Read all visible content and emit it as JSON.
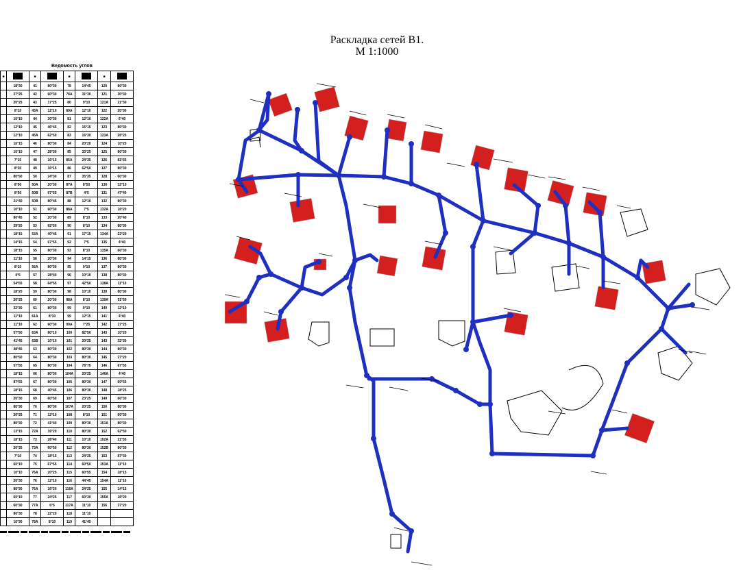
{
  "title": {
    "line1": "Раскладка сетей В1.",
    "line2": "М 1:1000"
  },
  "nodes_table": {
    "title": "Ведомость углов",
    "rows": [
      [
        "",
        "18°30",
        "41",
        "80°30",
        "78",
        "14°45",
        "120",
        "80°30"
      ],
      [
        "",
        "27°25",
        "42",
        "60°30",
        "78A",
        "31°30",
        "121",
        "30°30"
      ],
      [
        "",
        "20°25",
        "43",
        "17°25",
        "80",
        "9°10",
        "121A",
        "21°30"
      ],
      [
        "",
        "8°10",
        "43A",
        "12°10",
        "80A",
        "12°10",
        "122",
        "20°30"
      ],
      [
        "",
        "10°10",
        "44",
        "30°30",
        "81",
        "12°10",
        "122A",
        "6°40"
      ],
      [
        "",
        "12°10",
        "45",
        "46°45",
        "82",
        "15°15",
        "123",
        "80°30"
      ],
      [
        "",
        "12°10",
        "45A",
        "62°50",
        "83",
        "16°30",
        "123A",
        "26°25"
      ],
      [
        "",
        "16°15",
        "46",
        "80°30",
        "84",
        "20°20",
        "124",
        "10°20"
      ],
      [
        "",
        "10°10",
        "47",
        "28°30",
        "85",
        "33°25",
        "125",
        "80°30"
      ],
      [
        "",
        "7°15",
        "48",
        "16°15",
        "85A",
        "24°35",
        "126",
        "81°35"
      ],
      [
        "",
        "8°30",
        "49",
        "16°15",
        "86",
        "62°50",
        "127",
        "80°30"
      ],
      [
        "",
        "80°50",
        "50",
        "24°30",
        "87",
        "35°35",
        "128",
        "60°30"
      ],
      [
        "",
        "8°50",
        "50A",
        "20°30",
        "87A",
        "8°50",
        "130",
        "12°10"
      ],
      [
        "",
        "8°50",
        "50B",
        "67°55",
        "87B",
        "4°5",
        "131",
        "47°40"
      ],
      [
        "",
        "21°40",
        "50B",
        "80°45",
        "88",
        "12°10",
        "132",
        "80°30"
      ],
      [
        "",
        "10°10",
        "51",
        "60°30",
        "88A",
        "7°5",
        "132A",
        "16°20"
      ],
      [
        "",
        "80°45",
        "52",
        "20°30",
        "89",
        "8°10",
        "133",
        "20°40"
      ],
      [
        "",
        "29°20",
        "53",
        "62°50",
        "90",
        "8°10",
        "134",
        "80°30"
      ],
      [
        "",
        "18°15",
        "53A",
        "40°45",
        "91",
        "17°15",
        "134A",
        "22°20"
      ],
      [
        "",
        "14°15",
        "54",
        "67°55",
        "92",
        "7°5",
        "135",
        "4°40"
      ],
      [
        "",
        "18°15",
        "55",
        "80°30",
        "93",
        "8°10",
        "135A",
        "60°30"
      ],
      [
        "",
        "11°10",
        "56",
        "20°30",
        "94",
        "14°15",
        "136",
        "80°30"
      ],
      [
        "",
        "8°10",
        "56A",
        "80°30",
        "95",
        "9°10",
        "137",
        "80°30"
      ],
      [
        "",
        "4°5",
        "57",
        "28°40",
        "96",
        "10°10",
        "138",
        "80°30"
      ],
      [
        "",
        "54°55",
        "58",
        "64°55",
        "97",
        "42°50",
        "138A",
        "11°10"
      ],
      [
        "",
        "18°20",
        "59",
        "80°30",
        "98",
        "10°10",
        "139",
        "80°30"
      ],
      [
        "",
        "20°25",
        "60",
        "20°30",
        "98A",
        "8°10",
        "139A",
        "51°50"
      ],
      [
        "",
        "32°30",
        "61",
        "80°30",
        "99",
        "9°10",
        "140",
        "12°10"
      ],
      [
        "",
        "11°10",
        "61A",
        "8°10",
        "99",
        "12°15",
        "141",
        "4°40"
      ],
      [
        "",
        "11°10",
        "62",
        "60°30",
        "99A",
        "7°25",
        "142",
        "17°25"
      ],
      [
        "",
        "57°50",
        "63A",
        "80°10",
        "100",
        "82°50",
        "143",
        "10°20"
      ],
      [
        "",
        "41°45",
        "63B",
        "10°10",
        "101",
        "20°25",
        "143",
        "32°30"
      ],
      [
        "",
        "48°45",
        "63",
        "80°30",
        "102",
        "80°30",
        "144",
        "80°30"
      ],
      [
        "",
        "80°50",
        "64",
        "80°30",
        "103",
        "80°30",
        "145",
        "27°20"
      ],
      [
        "",
        "57°55",
        "65",
        "80°30",
        "104",
        "78°75",
        "146",
        "67°55"
      ],
      [
        "",
        "18°15",
        "66",
        "80°30",
        "104A",
        "20°25",
        "146A",
        "4°40"
      ],
      [
        "",
        "87°55",
        "67",
        "80°30",
        "105",
        "80°30",
        "147",
        "60°55"
      ],
      [
        "",
        "18°15",
        "68",
        "40°45",
        "106",
        "80°30",
        "148",
        "18°25"
      ],
      [
        "",
        "20°30",
        "69",
        "60°50",
        "107",
        "23°25",
        "149",
        "60°30"
      ],
      [
        "",
        "80°30",
        "70",
        "80°30",
        "107A",
        "20°25",
        "150",
        "80°30"
      ],
      [
        "",
        "20°25",
        "71",
        "12°10",
        "108",
        "8°10",
        "151",
        "60°30"
      ],
      [
        "",
        "80°30",
        "72",
        "41°40",
        "109",
        "80°30",
        "151A",
        "80°30"
      ],
      [
        "",
        "13°15",
        "72A",
        "16°20",
        "110",
        "80°30",
        "152",
        "62°50"
      ],
      [
        "",
        "18°15",
        "73",
        "28°40",
        "111",
        "10°10",
        "152A",
        "21°55"
      ],
      [
        "",
        "20°35",
        "73A",
        "60°50",
        "112",
        "80°30",
        "152B",
        "80°30"
      ],
      [
        "",
        "7°10",
        "74",
        "18°15",
        "113",
        "24°25",
        "153",
        "87°30"
      ],
      [
        "",
        "60°10",
        "75",
        "67°55",
        "114",
        "60°50",
        "153A",
        "11°10"
      ],
      [
        "",
        "10°10",
        "76A",
        "20°25",
        "115",
        "60°55",
        "154",
        "18°15"
      ],
      [
        "",
        "20°30",
        "76",
        "12°10",
        "116",
        "44°45",
        "154A",
        "11°10"
      ],
      [
        "",
        "80°30",
        "76A",
        "16°20",
        "116A",
        "24°25",
        "155",
        "14°15"
      ],
      [
        "",
        "60°10",
        "77",
        "24°25",
        "117",
        "60°30",
        "155A",
        "16°20"
      ],
      [
        "",
        "60°30",
        "77A",
        "6°5",
        "117A",
        "11°10",
        "156",
        "37°20"
      ],
      [
        "",
        "80°30",
        "78",
        "22°20",
        "118",
        "11°10",
        "",
        ""
      ],
      [
        "",
        "10°30",
        "78A",
        "8°10",
        "119",
        "41°45",
        "",
        ""
      ]
    ]
  },
  "colors": {
    "pipe": "#1f2fc0",
    "building": "#d41f1f",
    "outline": "#000000"
  }
}
